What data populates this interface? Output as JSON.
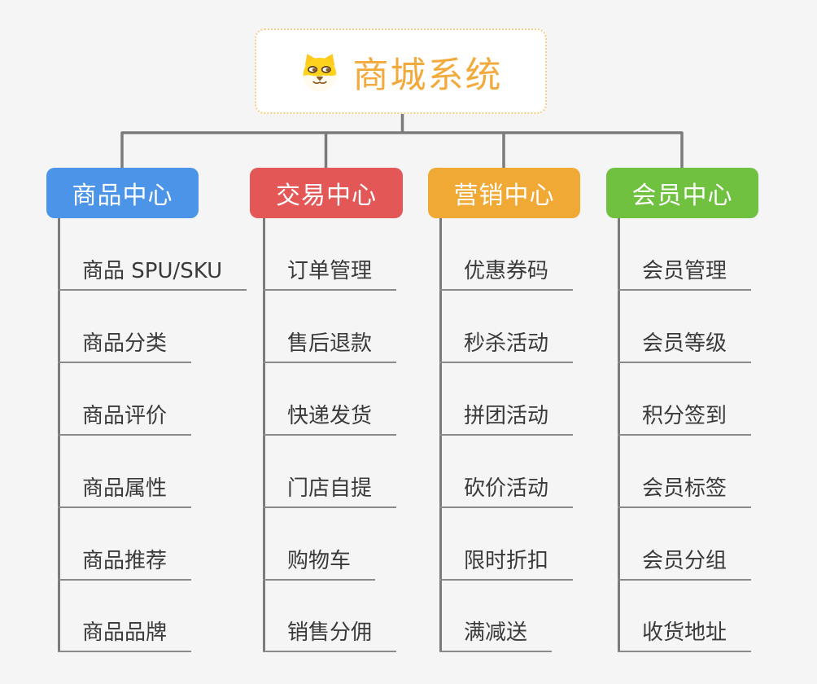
{
  "root": {
    "label": "商城系统",
    "icon": "dog-face-icon",
    "accent_color": "#F2AA3C",
    "border_color": "#F4CD86"
  },
  "branches": [
    {
      "id": "product-center",
      "label": "商品中心",
      "color": "#4B94E8",
      "children": [
        "商品 SPU/SKU",
        "商品分类",
        "商品评价",
        "商品属性",
        "商品推荐",
        "商品品牌"
      ]
    },
    {
      "id": "trade-center",
      "label": "交易中心",
      "color": "#E35757",
      "children": [
        "订单管理",
        "售后退款",
        "快递发货",
        "门店自提",
        "购物车",
        "销售分佣"
      ]
    },
    {
      "id": "marketing-center",
      "label": "营销中心",
      "color": "#EFA934",
      "children": [
        "优惠券码",
        "秒杀活动",
        "拼团活动",
        "砍价活动",
        "限时折扣",
        "满减送"
      ]
    },
    {
      "id": "member-center",
      "label": "会员中心",
      "color": "#6FC13F",
      "children": [
        "会员管理",
        "会员等级",
        "积分签到",
        "会员标签",
        "会员分组",
        "收货地址"
      ]
    }
  ]
}
